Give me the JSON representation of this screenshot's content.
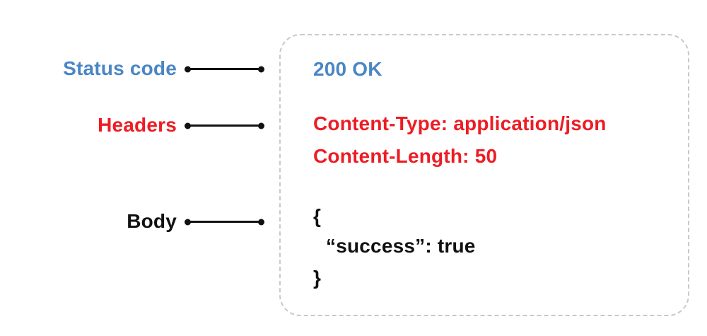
{
  "labels": {
    "status_code": "Status code",
    "headers": "Headers",
    "body": "Body"
  },
  "response_box": {
    "status_line": "200 OK",
    "header_lines": [
      "Content-Type: application/json",
      "Content-Length: 50"
    ],
    "body_lines": [
      "{",
      "“success”: true",
      "}"
    ]
  },
  "colors": {
    "status_blue": "#4a86c5",
    "header_red": "#ed1c24",
    "body_black": "#111111",
    "connector_black": "#111111",
    "box_border_gray": "#c9c9c9",
    "background": "#ffffff"
  }
}
